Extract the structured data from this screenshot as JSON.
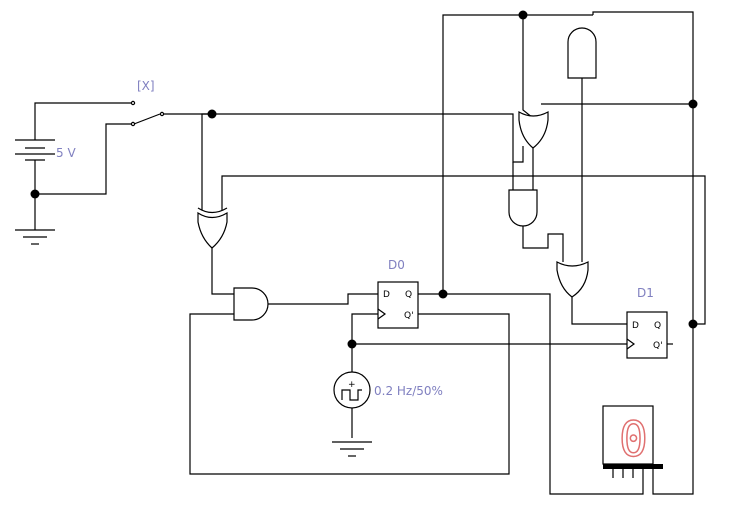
{
  "labels": {
    "battery": "5 V",
    "switch": "[X]",
    "ff0": "D0",
    "ff1": "D1",
    "clock": "0.2 Hz/50%"
  },
  "pins": {
    "d": "D",
    "q": "Q",
    "qbar": "Q'"
  },
  "clock_symbol": "+",
  "display": {
    "digit": "0",
    "color": "#e07070"
  }
}
